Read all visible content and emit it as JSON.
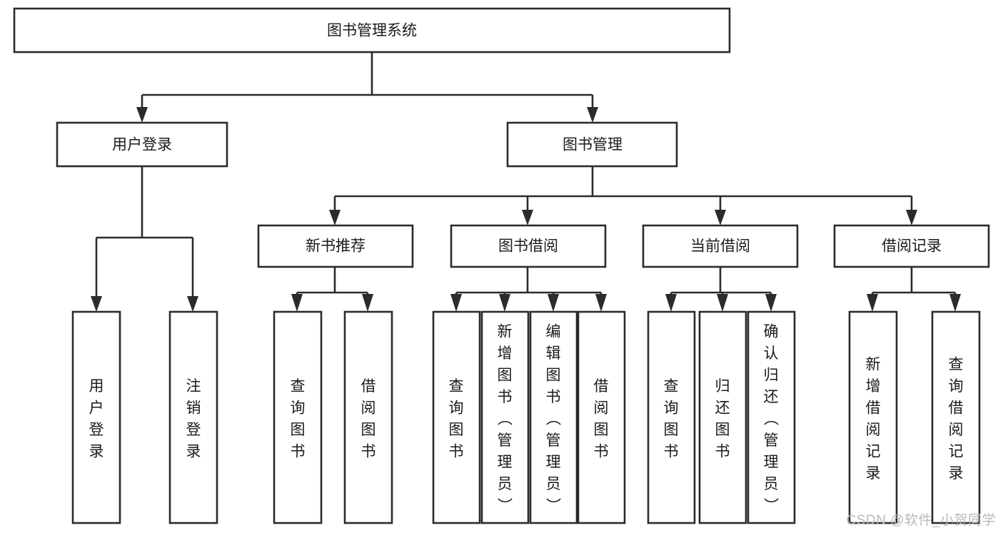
{
  "diagram": {
    "type": "hierarchy-tree",
    "title": "图书管理系统",
    "watermark": "CSDN @软件_小贺同学",
    "colors": {
      "stroke": "#2b2b2b",
      "fill": "#ffffff",
      "text": "#1a1a1a",
      "watermark": "#b9b9b9",
      "background": "#ffffff"
    },
    "levels": {
      "root": {
        "label": "图书管理系统"
      },
      "level2": [
        {
          "label": "用户登录"
        },
        {
          "label": "图书管理"
        }
      ],
      "level3": [
        {
          "label": "新书推荐"
        },
        {
          "label": "图书借阅"
        },
        {
          "label": "当前借阅"
        },
        {
          "label": "借阅记录"
        }
      ],
      "leaves": {
        "user_login": [
          {
            "label": "用户登录"
          },
          {
            "label": "注销登录"
          }
        ],
        "new_book_recommend": [
          {
            "label": "查询图书"
          },
          {
            "label": "借阅图书"
          }
        ],
        "book_borrow": [
          {
            "label": "查询图书"
          },
          {
            "label": "新增图书（管理员）"
          },
          {
            "label": "编辑图书（管理员）"
          },
          {
            "label": "借阅图书"
          }
        ],
        "current_borrow": [
          {
            "label": "查询图书"
          },
          {
            "label": "归还图书"
          },
          {
            "label": "确认归还（管理员）"
          }
        ],
        "borrow_record": [
          {
            "label": "新增借阅记录"
          },
          {
            "label": "查询借阅记录"
          }
        ]
      }
    }
  }
}
